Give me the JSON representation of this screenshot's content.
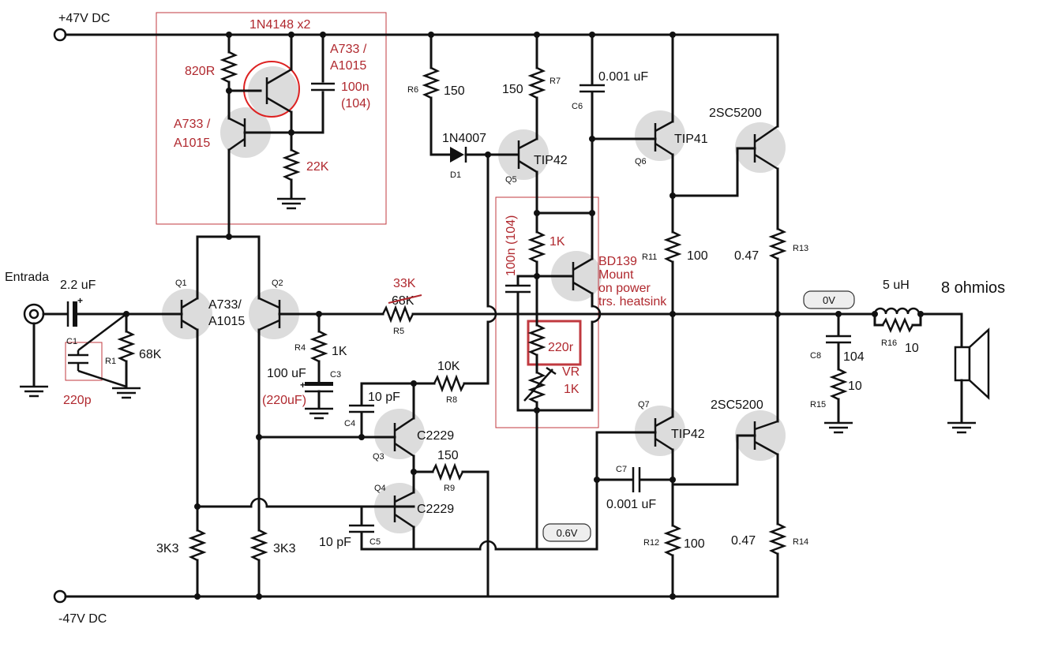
{
  "rails": {
    "positive": "+47V DC",
    "negative": "-47V DC"
  },
  "input": {
    "label": "Entrada",
    "cap": "2.2 uF",
    "cap_ref": "C1",
    "cap_value": "220p",
    "res_ref": "R1",
    "res_value": "68K",
    "plus": "+"
  },
  "bias_box": {
    "title": "1N4148 x2",
    "r_top": "820R",
    "q_upper": "A733 / A1015",
    "q_lower": "A733 / A1015",
    "cap": "100n (104)",
    "r_bottom": "22K"
  },
  "diff_pair": {
    "q1_ref": "Q1",
    "q2_ref": "Q2",
    "type": "A733/ A1015",
    "r_left": "3K3",
    "r_right": "3K3"
  },
  "feedback": {
    "r4_ref": "R4",
    "r4_value": "1K",
    "c3_ref": "C3",
    "c3_value": "100 uF",
    "c3_alt": "(220uF)",
    "plus": "+",
    "r5_ref": "R5",
    "r5_new": "33K",
    "r5_old": "68K"
  },
  "vas": {
    "r8_ref": "R8",
    "r8_value": "10K",
    "c4_ref": "C4",
    "c4_value": "10 pF",
    "q3_ref": "Q3",
    "q3_type": "C2229",
    "r9_ref": "R9",
    "r9_value": "150",
    "q4_ref": "Q4",
    "q4_type": "C2229",
    "c5_ref": "C5",
    "c5_value": "10 pF"
  },
  "upper_driver": {
    "r6_ref": "R6",
    "r6_value": "150",
    "r7_ref": "R7",
    "r7_value": "150",
    "d1_ref": "D1",
    "d1_type": "1N4007",
    "q5_ref": "Q5",
    "q5_type": "TIP42",
    "c6_ref": "C6",
    "c6_value": "0.001 uF"
  },
  "bias_spreader": {
    "cap": "100n (104)",
    "r_top": "1K",
    "transistor": "BD139",
    "note_line1": "Mount",
    "note_line2": "on power",
    "note_line3": "trs. heatsink",
    "r_mid": "220r",
    "vr_label": "VR",
    "vr_value": "1K"
  },
  "output": {
    "q6_ref": "Q6",
    "q6_type": "TIP41",
    "q_upper_power": "2SC5200",
    "r11_ref": "R11",
    "r11_value": "100",
    "r13_ref": "R13",
    "r13_value": "0.47",
    "q7_ref": "Q7",
    "q7_type": "TIP42",
    "q_lower_power": "2SC5200",
    "c7_ref": "C7",
    "c7_value": "0.001 uF",
    "r12_ref": "R12",
    "r12_value": "100",
    "r14_ref": "R14",
    "r14_value": "0.47"
  },
  "test_points": {
    "tp_out": "0V",
    "tp_bias": "0.6V"
  },
  "zobel": {
    "c8_ref": "C8",
    "c8_value": "104",
    "r15_ref": "R15",
    "r15_value": "10",
    "inductor": "5 uH",
    "r16_ref": "R16",
    "r16_value": "10",
    "speaker": "8 ohmios"
  },
  "colors": {
    "annotation": "#b0282e",
    "wire": "#111111",
    "transistor_bg": "#dcdcdc"
  }
}
